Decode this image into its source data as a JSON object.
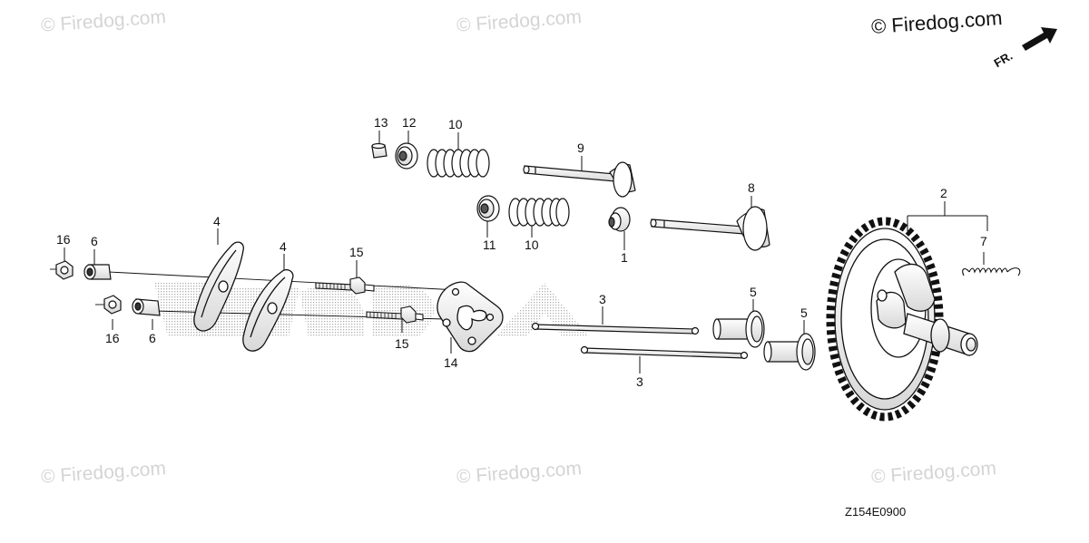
{
  "watermarks": {
    "brand": "© Firedog.com",
    "tl": "© Firedog.com",
    "tc": "© Firedog.com",
    "bl": "© Firedog.com",
    "bc": "© Firedog.com",
    "br": "© Firedog.com"
  },
  "direction_marker": "FR.",
  "drawing_code": "Z154E0900",
  "callouts": {
    "c1": "1",
    "c2": "2",
    "c3a": "3",
    "c3b": "3",
    "c4a": "4",
    "c4b": "4",
    "c5a": "5",
    "c5b": "5",
    "c6a": "6",
    "c6b": "6",
    "c7": "7",
    "c8": "8",
    "c9": "9",
    "c10a": "10",
    "c10b": "10",
    "c11": "11",
    "c12": "12",
    "c13": "13",
    "c14": "14",
    "c15a": "15",
    "c15b": "15",
    "c16a": "16",
    "c16b": "16"
  },
  "colors": {
    "line": "#111111",
    "screen": "#bdbdbd",
    "watermark": "#d4d4d4"
  }
}
